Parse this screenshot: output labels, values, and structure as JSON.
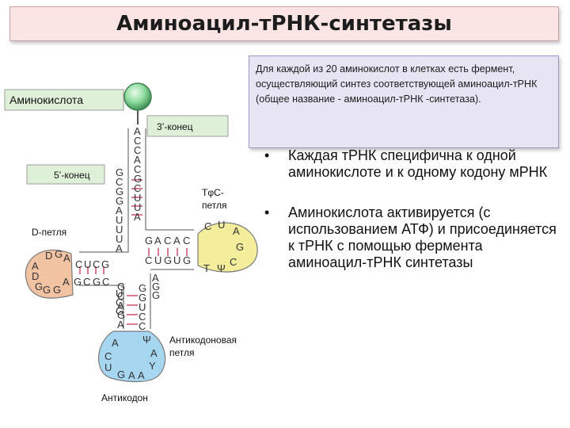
{
  "title": "Аминоацил-тРНК-синтетазы",
  "note": "Для каждой из 20 аминокислот в клетках есть фермент, осуществляющий синтез соответствующей аминоацил-тРНК (общее название - аминоацил-тРНК -синтетаза).",
  "bullets": [
    "Каждая тРНК специфична к одной аминокислоте и к одному кодону мРНК",
    "Аминокислота активируется (с использованием АТФ) и присоединяется к тРНК с помощью фермента аминоацил-тРНК синтетазы"
  ],
  "labels": {
    "amino_acid": "Аминокислота",
    "three_end": "3’-конец",
    "five_end": "5’-конец",
    "tpsi_loop_1": "ТφС-",
    "tpsi_loop_2": "петля",
    "d_loop": "D-петля",
    "anticodon_loop_1": "Антикодоновая",
    "anticodon_loop_2": "петля",
    "anticodon": "Антикодон"
  },
  "nucleotides": {
    "acceptor_3prime": [
      "A",
      "C",
      "C",
      "A",
      "C",
      "G",
      "C",
      "U",
      "U",
      "A"
    ],
    "acceptor_5prime": [
      "G",
      "C",
      "G",
      "G",
      "A",
      "U",
      "U",
      "U",
      "A"
    ],
    "d_loop": [
      "D",
      "G",
      "A",
      "A",
      "D",
      "G",
      "G",
      "G",
      "A"
    ],
    "d_stem_top": "CUCG",
    "d_stem_bottom": "GCGC",
    "t_stem_top": "GACAC",
    "t_stem_bottom": "CUGUG",
    "t_loop": [
      "C",
      "U",
      "A",
      "G",
      "C",
      "Ψ",
      "T"
    ],
    "anticodon_stem_left": [
      "G",
      "C",
      "A",
      "G",
      "A"
    ],
    "anticodon_stem_right": [
      "G",
      "G",
      "U",
      "C",
      "C"
    ],
    "anticodon_loop": [
      "A",
      "C",
      "U",
      "G",
      "A",
      "A",
      "Y",
      "A",
      "Ψ"
    ],
    "mid_left": [
      "U",
      "C",
      "G"
    ],
    "mid_right": [
      "A",
      "G",
      "G"
    ]
  },
  "colors": {
    "d_loop": "#f2c3a3",
    "t_loop": "#f3ed9c",
    "anticodon_loop": "#a6d6f0",
    "label_box": "#dff0d8",
    "amino_ball": "#8fdc9f"
  }
}
